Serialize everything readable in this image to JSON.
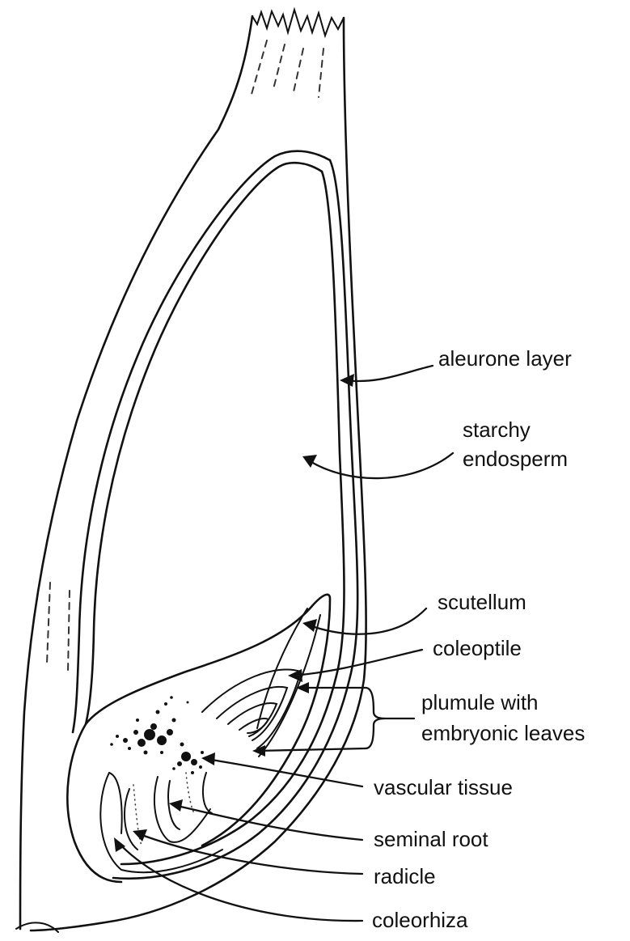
{
  "labels": {
    "aleurone_layer": "aleurone layer",
    "starchy_line1": "starchy",
    "starchy_line2": "endosperm",
    "scutellum": "scutellum",
    "coleoptile": "coleoptile",
    "plumule_line1": "plumule with",
    "plumule_line2": "embryonic leaves",
    "vascular_tissue": "vascular tissue",
    "seminal_root": "seminal root",
    "radicle": "radicle",
    "coleorhiza": "coleorhiza"
  }
}
